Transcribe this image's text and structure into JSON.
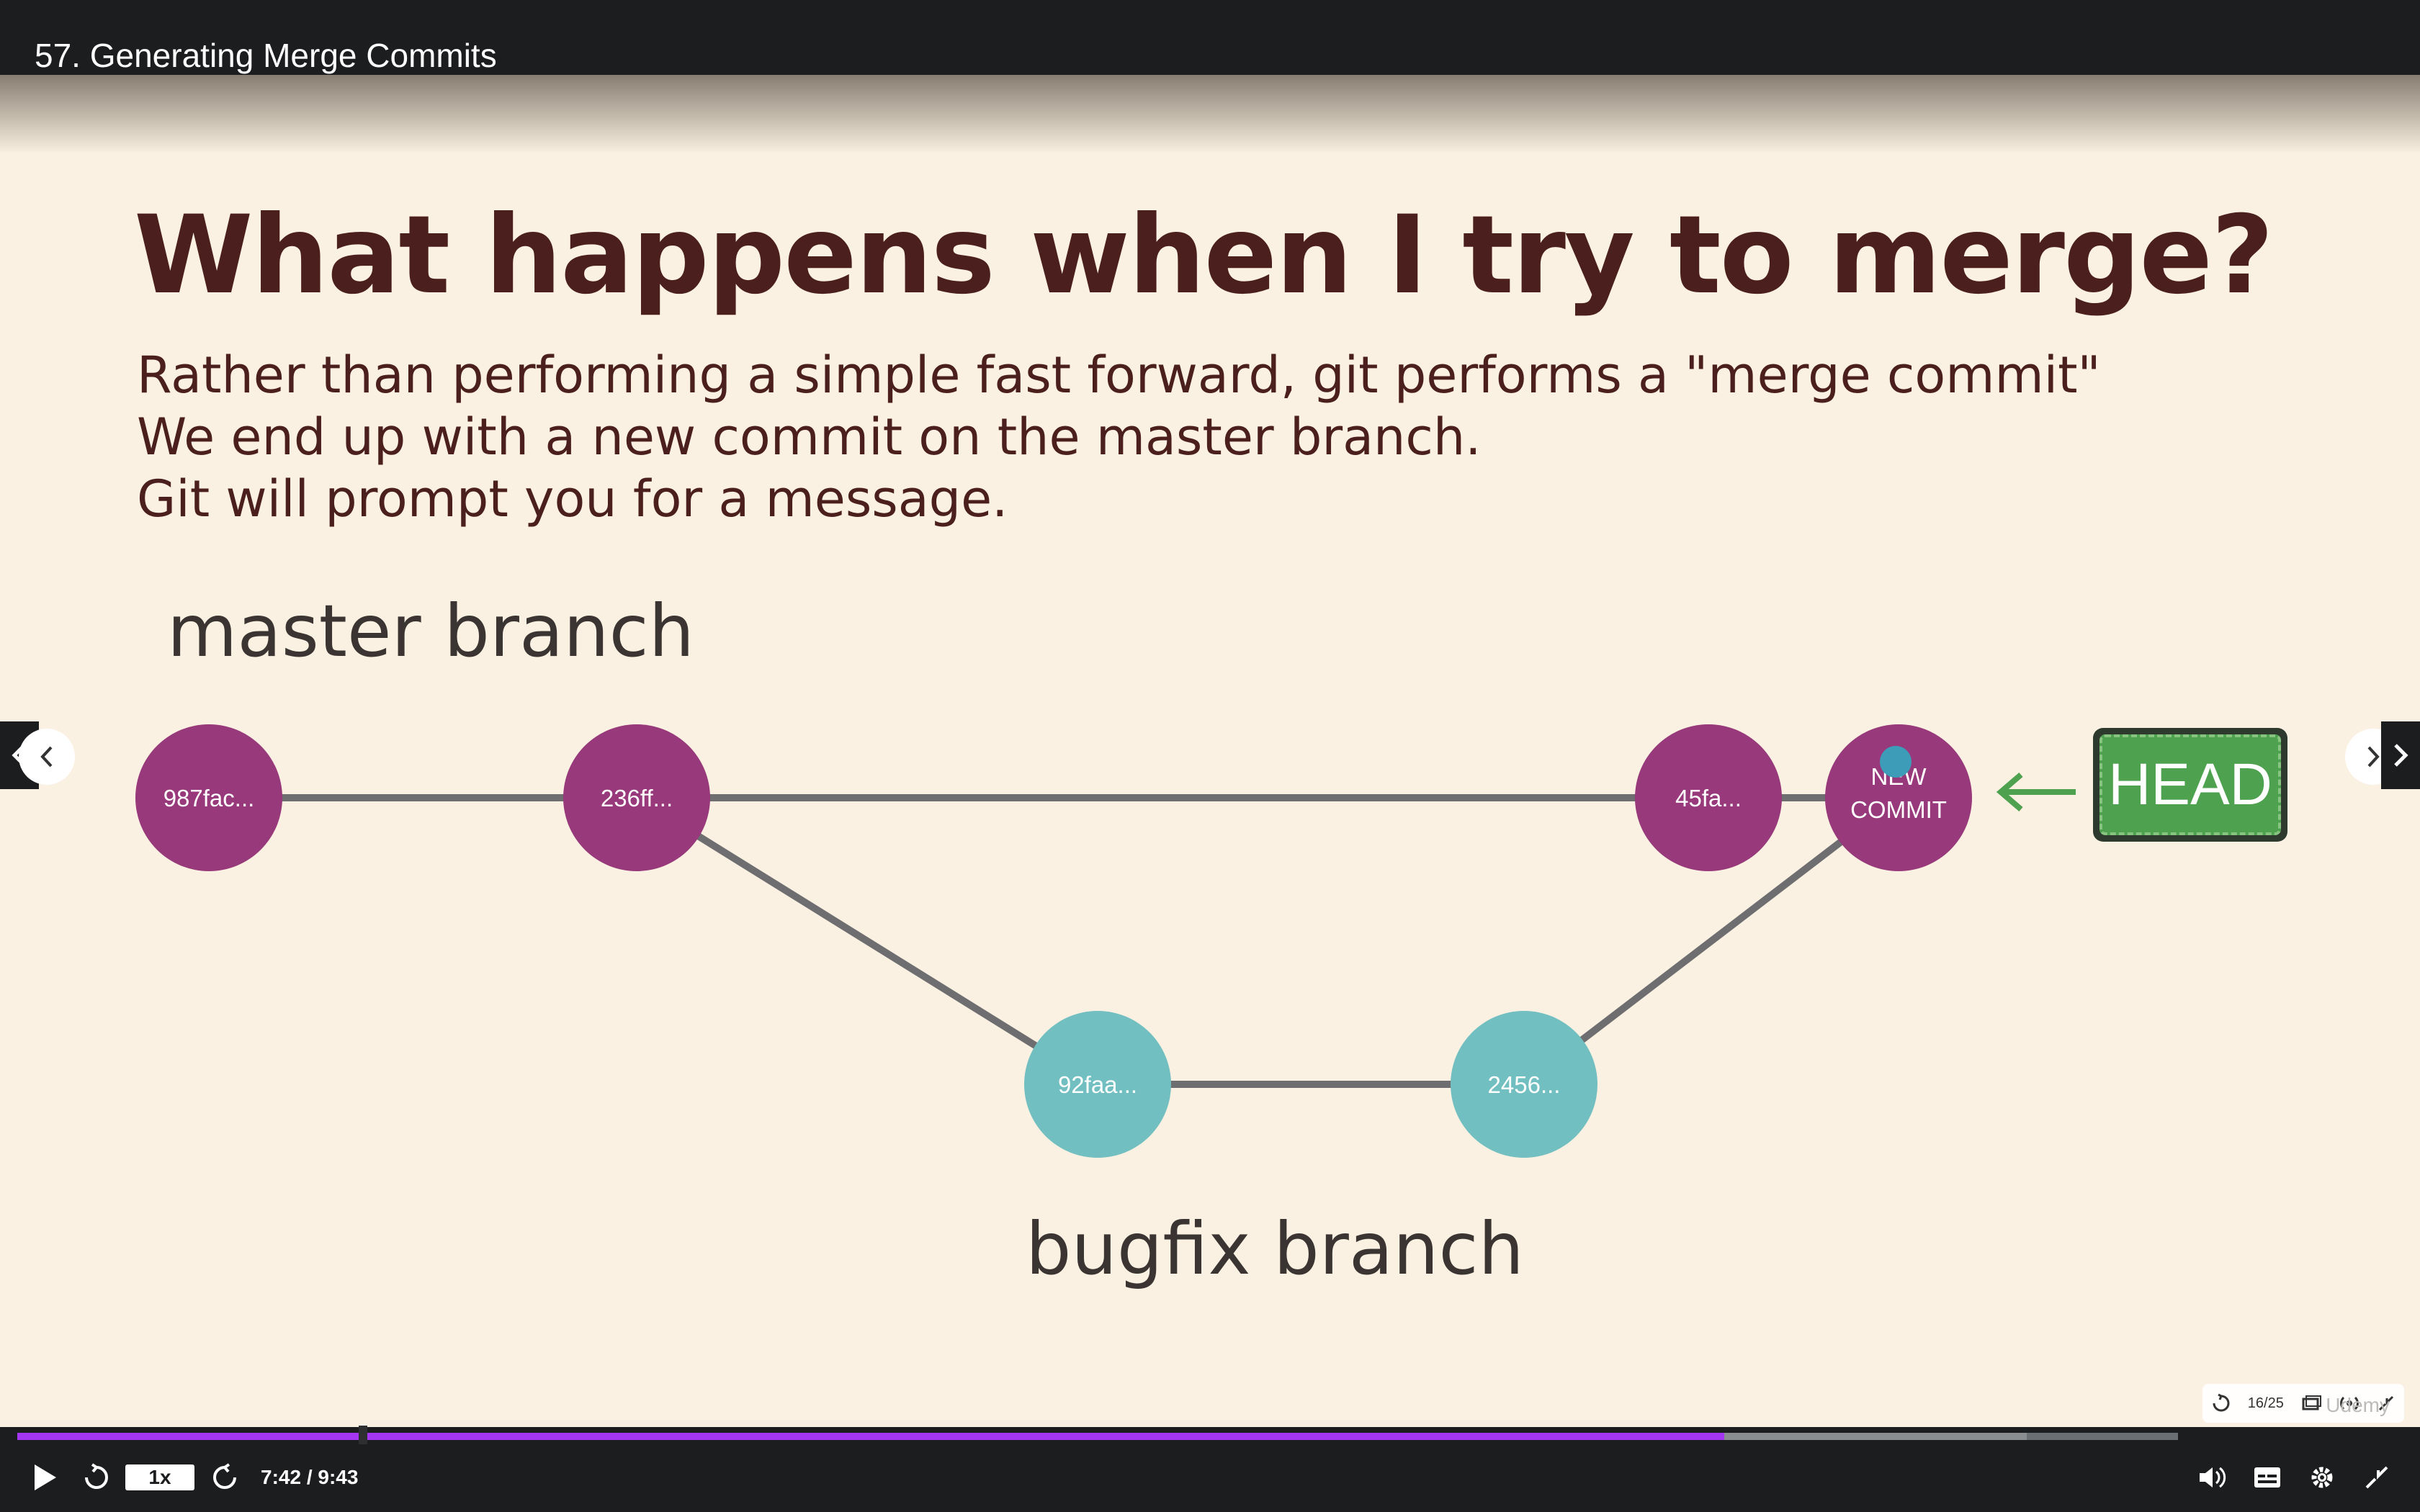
{
  "video": {
    "title": "57. Generating Merge Commits",
    "time": "7:42 / 9:43",
    "speed": "1x",
    "progress": 0.79,
    "buffered": 0.93
  },
  "slide": {
    "title": "What happens when I try to merge?",
    "lines": [
      "Rather than performing a simple fast forward, git performs a \"merge commit\"",
      "We end up with a new commit on the master branch.",
      "Git will prompt you for a message."
    ],
    "master_label": "master branch",
    "bugfix_label": "bugfix branch",
    "commits": {
      "c1": "987fac...",
      "c2": "236ff...",
      "c3": "45fa...",
      "c4_line1": "NEW",
      "c4_line2": "COMMIT",
      "b1": "92faa...",
      "b2": "2456..."
    },
    "head_label": "HEAD",
    "counter": "16/25",
    "watermark": "Udemy"
  },
  "colors": {
    "master_node": "#97397a",
    "bugfix_node": "#72bfc1",
    "edge": "#6e6e70",
    "head_green": "#4ea24f",
    "progress": "#a435f0",
    "arrow": "#4ea24f"
  }
}
